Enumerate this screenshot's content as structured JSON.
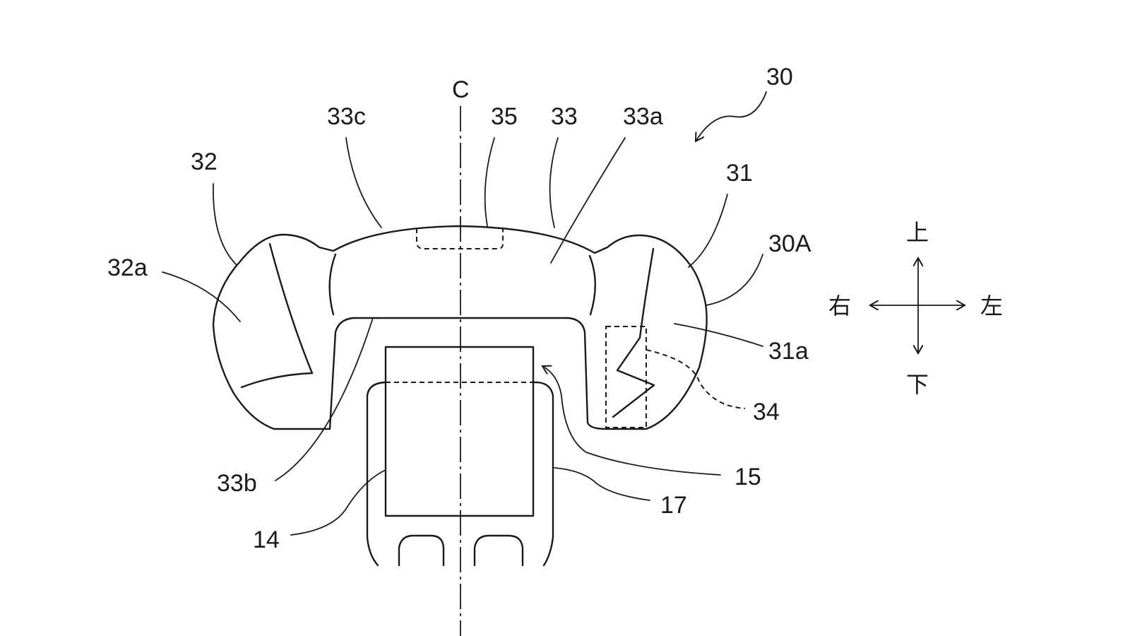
{
  "labels": {
    "assembly": "30",
    "center_line": "C",
    "part_33c": "33c",
    "part_35": "35",
    "part_33": "33",
    "part_33a": "33a",
    "part_32": "32",
    "part_31": "31",
    "part_30A": "30A",
    "part_32a": "32a",
    "part_31a": "31a",
    "part_34": "34",
    "part_33b": "33b",
    "part_15": "15",
    "part_17": "17",
    "part_14": "14"
  },
  "directions": {
    "up": "上",
    "down": "下",
    "right": "右",
    "left": "左"
  }
}
